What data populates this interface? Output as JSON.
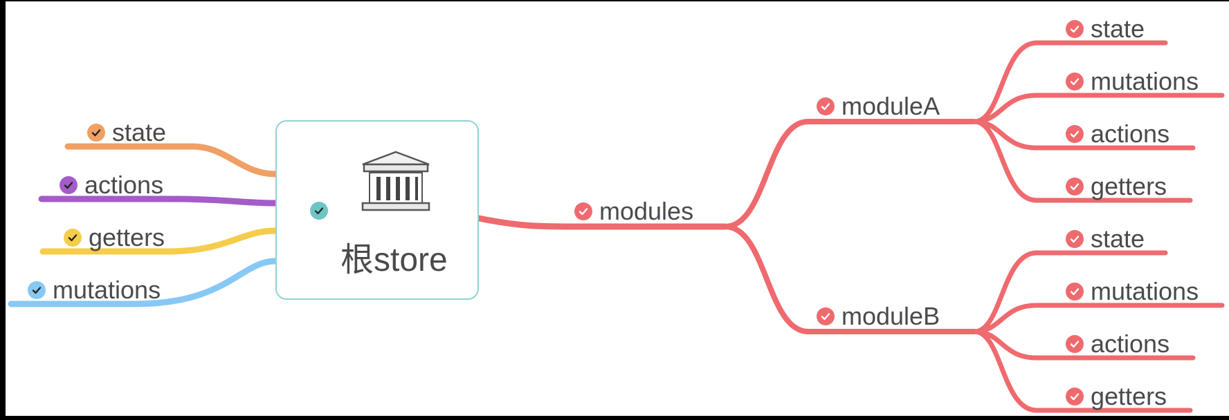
{
  "colors": {
    "orange": "#f0a064",
    "purple": "#a45cc8",
    "yellow": "#f5cd4c",
    "blue": "#88c8f4",
    "red": "#ef6a6e",
    "teal": "#6fc5c6",
    "root_border": "#8fd3d6"
  },
  "root": {
    "label": "根store",
    "icon": "bank-building-icon",
    "check_color": "#6fc5c6"
  },
  "left_branches": [
    {
      "label": "state",
      "color": "#f0a064"
    },
    {
      "label": "actions",
      "color": "#a45cc8"
    },
    {
      "label": "getters",
      "color": "#f5cd4c"
    },
    {
      "label": "mutations",
      "color": "#88c8f4"
    }
  ],
  "modules": {
    "label": "modules",
    "color": "#ef6a6e",
    "children": [
      {
        "label": "moduleA",
        "children": [
          "state",
          "mutations",
          "actions",
          "getters"
        ]
      },
      {
        "label": "moduleB",
        "children": [
          "state",
          "mutations",
          "actions",
          "getters"
        ]
      }
    ]
  }
}
